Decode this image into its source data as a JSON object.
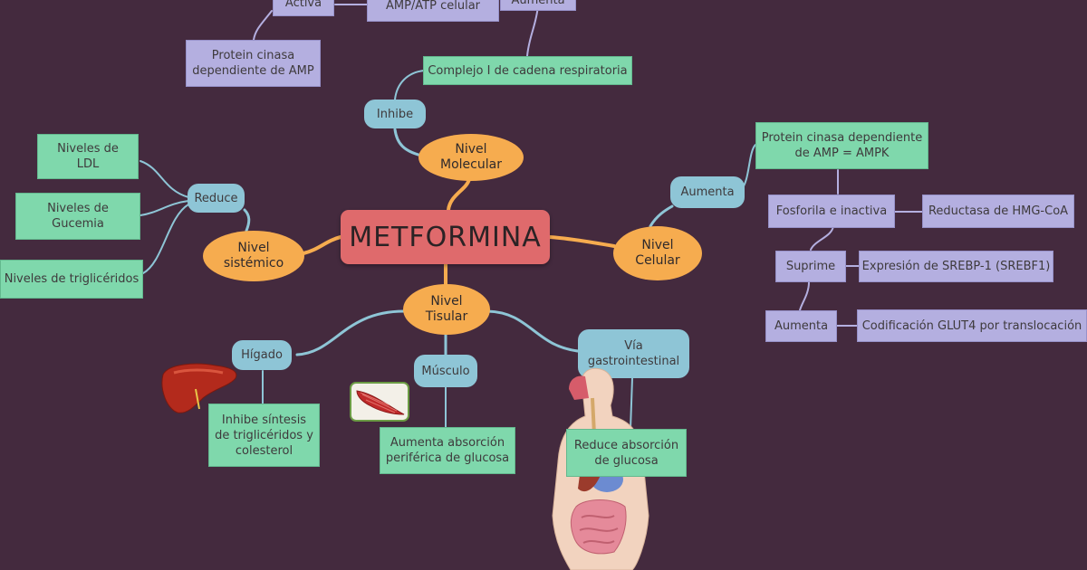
{
  "center": "METFORMINA",
  "levels": {
    "molecular": "Nivel\nMolecular",
    "sistemico": "Nivel\nsistémico",
    "celular": "Nivel\nCelular",
    "tisular": "Nivel\nTisular"
  },
  "molecular": {
    "inhibe": "Inhibe",
    "complejo": "Complejo I de cadena respiratoria",
    "aumenta": "Aumenta",
    "amp_atp": "AMP/ATP celular",
    "activa": "Activa",
    "protein_amp": "Protein cinasa\ndependiente de AMP"
  },
  "sistemico": {
    "reduce": "Reduce",
    "ldl": "Niveles de\nLDL",
    "glucemia": "Niveles de\nGucemia",
    "trigliceridos": "Niveles de triglicéridos"
  },
  "celular": {
    "aumenta": "Aumenta",
    "ampk": "Protein cinasa dependiente\nde AMP = AMPK",
    "fosforila": "Fosforila e inactiva",
    "reductasa": "Reductasa de HMG-CoA",
    "suprime": "Suprime",
    "srebp": "Expresión de SREBP-1 (SREBF1)",
    "aumenta2": "Aumenta",
    "glut4": "Codificación GLUT4 por translocación"
  },
  "tisular": {
    "higado": "Hígado",
    "higado_desc": "Inhibe síntesis\nde triglicéridos y\ncolesterol",
    "musculo": "Músculo",
    "musculo_desc": "Aumenta absorción\nperiférica de glucosa",
    "via": "Vía\ngastrointestinal",
    "via_desc": "Reduce absorción\nde glucosa"
  },
  "colors": {
    "background": "#442a3e",
    "central": "#df6a6c",
    "level": "#f6ac4f",
    "connector": "#8ec5d6",
    "leaf_green": "#7fd8ac",
    "leaf_purple": "#b4afe0"
  }
}
